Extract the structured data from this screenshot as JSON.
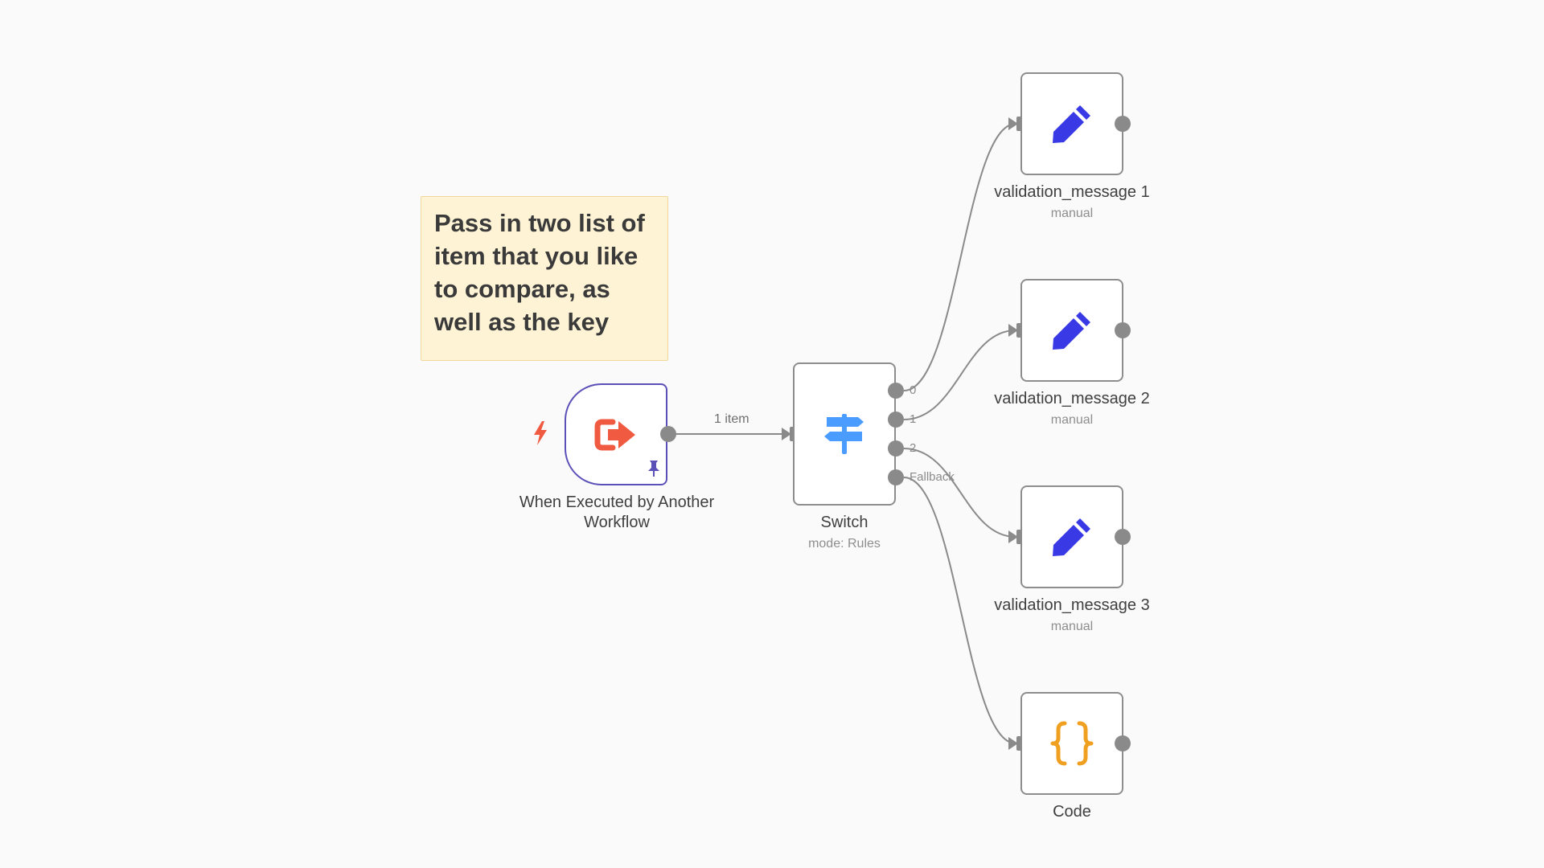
{
  "sticky_note": {
    "text": "Pass in two list of item that you like to compare, as well as the key"
  },
  "nodes": {
    "trigger": {
      "name": "When Executed by Another Workflow",
      "icon": "sign-out-icon",
      "color": "#f05a40",
      "border_color": "#5b4fb8"
    },
    "switch": {
      "name": "Switch",
      "subtitle": "mode: Rules",
      "icon": "signpost-icon",
      "color": "#4b9cff"
    },
    "validation_message_1": {
      "name": "validation_message 1",
      "subtitle": "manual",
      "icon": "pen-icon",
      "color": "#3939e6"
    },
    "validation_message_2": {
      "name": "validation_message 2",
      "subtitle": "manual",
      "icon": "pen-icon",
      "color": "#3939e6"
    },
    "validation_message_3": {
      "name": "validation_message 3",
      "subtitle": "manual",
      "icon": "pen-icon",
      "color": "#3939e6"
    },
    "code": {
      "name": "Code",
      "icon": "code-braces-icon",
      "color": "#f0a020"
    }
  },
  "switch_outputs": [
    "0",
    "1",
    "2",
    "Fallback"
  ],
  "edge_labels": {
    "trigger_to_switch": "1 item"
  }
}
